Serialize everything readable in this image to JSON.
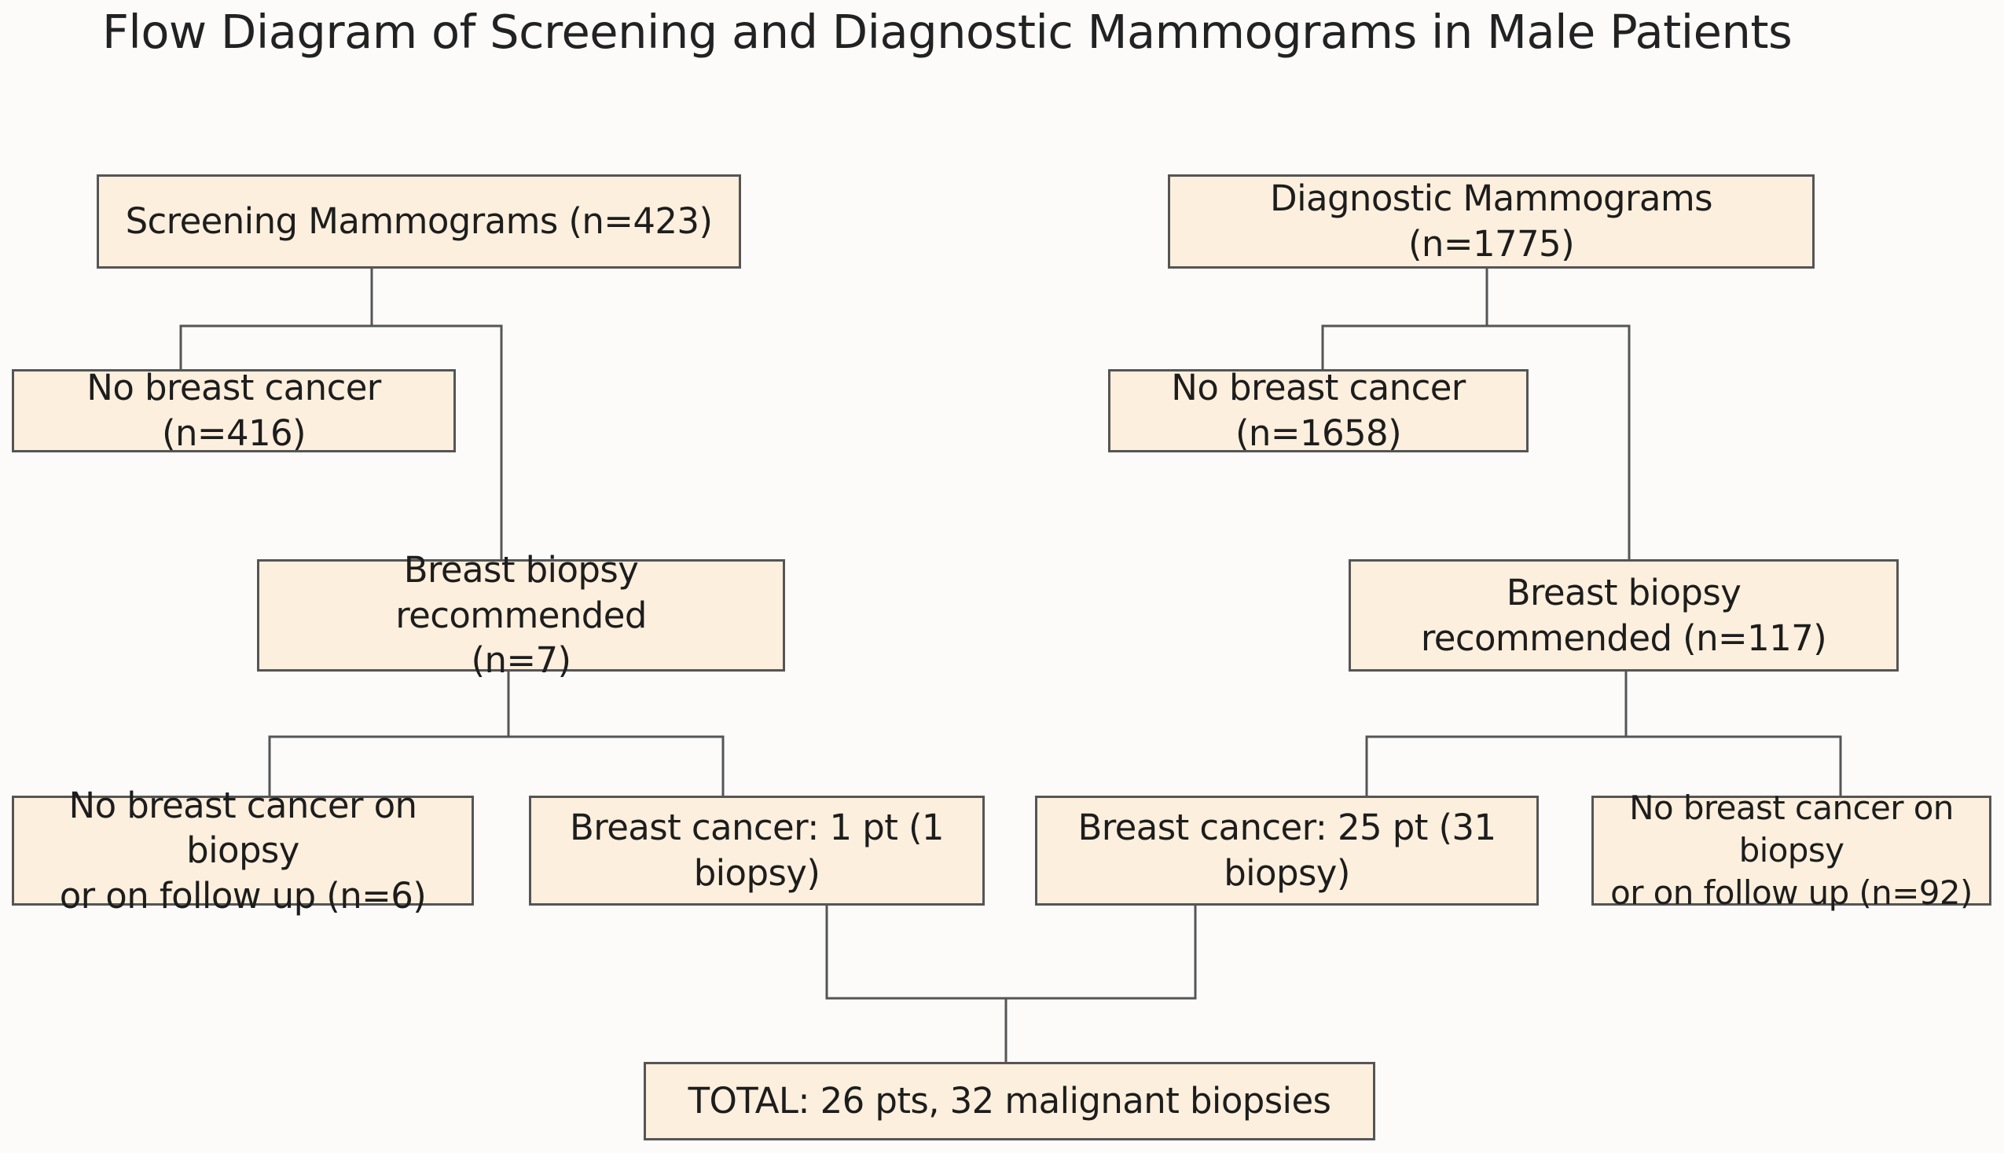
{
  "title": "Flow Diagram of Screening and Diagnostic Mammograms in Male Patients",
  "colors": {
    "box_fill": "#fcefdd",
    "box_border": "#555555",
    "connector": "#555555",
    "background": "#fcfbfa"
  },
  "nodes": {
    "screening": {
      "lines": [
        "Screening Mammograms (n=423)"
      ]
    },
    "diagnostic": {
      "lines": [
        "Diagnostic Mammograms (n=1775)"
      ]
    },
    "screening_no_cancer": {
      "lines": [
        "No breast cancer (n=416)"
      ]
    },
    "diagnostic_no_cancer": {
      "lines": [
        "No breast cancer (n=1658)"
      ]
    },
    "screening_biopsy": {
      "lines": [
        "Breast biopsy recommended",
        "(n=7)"
      ]
    },
    "diagnostic_biopsy": {
      "lines": [
        "Breast biopsy",
        "recommended (n=117)"
      ]
    },
    "screening_biopsy_negative": {
      "lines": [
        "No breast cancer on biopsy",
        "or on follow up (n=6)"
      ]
    },
    "screening_cancer": {
      "lines": [
        "Breast cancer: 1 pt (1 biopsy)"
      ]
    },
    "diagnostic_cancer": {
      "lines": [
        "Breast cancer: 25 pt (31 biopsy)"
      ]
    },
    "diagnostic_biopsy_negative": {
      "lines": [
        "No breast cancer on biopsy",
        "or on follow up (n=92)"
      ]
    },
    "total": {
      "lines": [
        "TOTAL: 26 pts, 32 malignant biopsies"
      ]
    }
  }
}
